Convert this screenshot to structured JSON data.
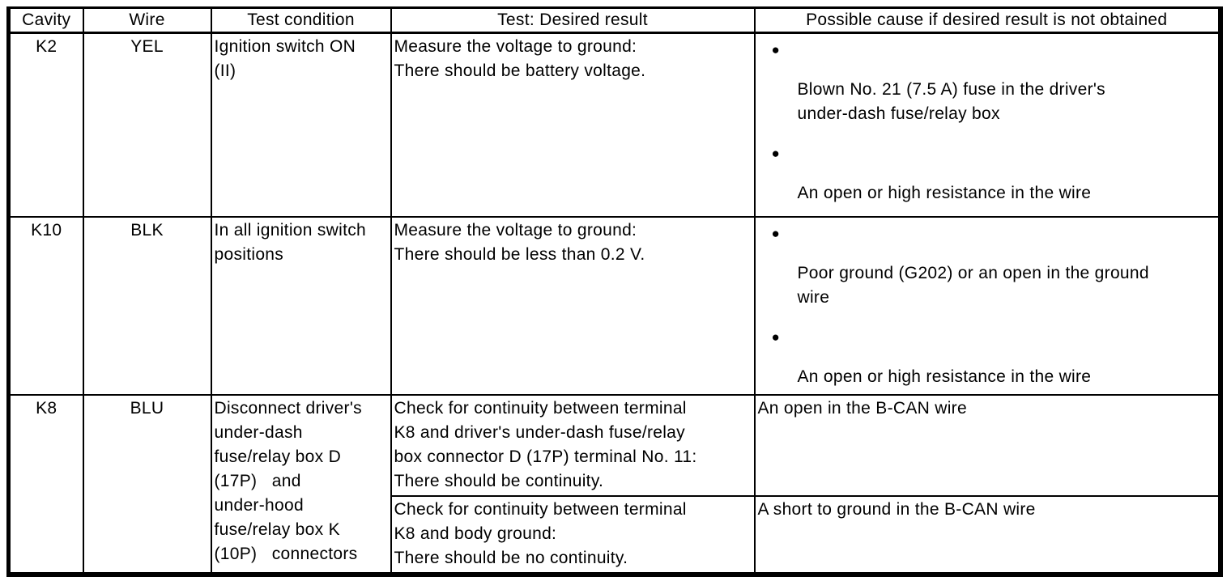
{
  "glyphs": {
    "bullet": "●"
  },
  "table": {
    "headers": [
      "Cavity",
      "Wire",
      "Test condition",
      "Test: Desired result",
      "Possible cause if desired result is not obtained"
    ],
    "rows": [
      {
        "cavity": "K2",
        "wire": "YEL",
        "condition": "Ignition switch ON\n(II)",
        "desired": "Measure the voltage to ground:\nThere should be battery voltage.",
        "causes": [
          "Blown No. 21 (7.5 A) fuse in the driver's\nunder-dash fuse/relay box",
          "An open or high resistance in the wire"
        ]
      },
      {
        "cavity": "K10",
        "wire": "BLK",
        "condition": "In all ignition switch\npositions",
        "desired": "Measure the voltage to ground:\nThere should be less than 0.2 V.",
        "causes": [
          "Poor ground (G202) or an open in the ground\nwire",
          "An open or high resistance in the wire"
        ]
      },
      {
        "cavity": "K8",
        "wire": "BLU",
        "condition": "Disconnect driver's\nunder-dash\nfuse/relay box D\n(17P)   and\nunder-hood\nfuse/relay box K\n(10P)   connectors",
        "subtests": [
          {
            "desired": "Check for continuity between terminal\nK8 and driver's under-dash fuse/relay\nbox connector D (17P) terminal No. 11:\nThere should be continuity.",
            "cause": "An open in the B-CAN wire"
          },
          {
            "desired": "Check for continuity between terminal\nK8 and body ground:\nThere should be no continuity.",
            "cause": "A short to ground in the B-CAN wire"
          }
        ]
      }
    ]
  }
}
